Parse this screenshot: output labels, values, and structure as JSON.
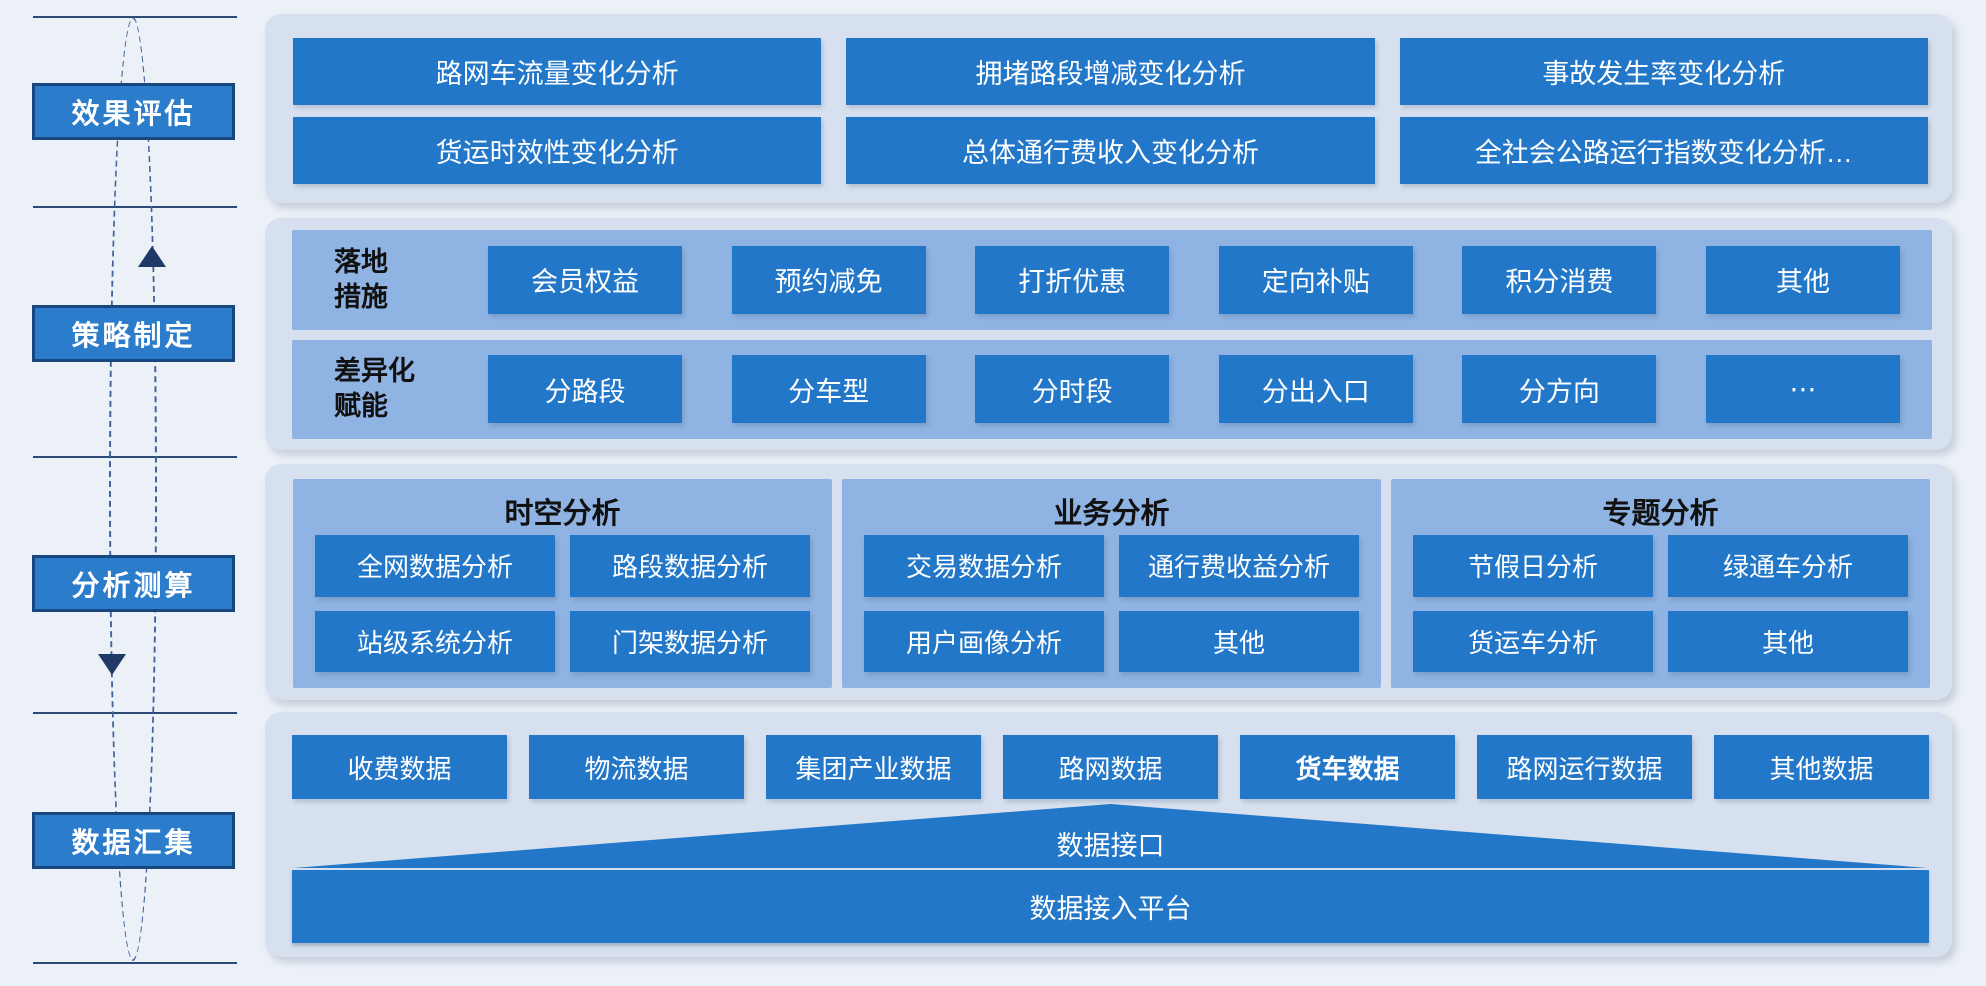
{
  "colors": {
    "page_bg": "#ECF1F8",
    "band_bg": "#D7E0EE",
    "inner_panel_bg": "#8FB3E2",
    "box_blue": "#2277C8",
    "stage_fill": "#2B7CCB",
    "stage_border": "#17477E",
    "navy_line": "#2B4A78",
    "box_text": "#FFFFFF",
    "panel_text": "#111111"
  },
  "left_rail": {
    "stages": [
      {
        "label": "效果评估"
      },
      {
        "label": "策略制定"
      },
      {
        "label": "分析测算"
      },
      {
        "label": "数据汇集"
      }
    ]
  },
  "bands": {
    "evaluation": {
      "rows": [
        [
          "路网车流量变化分析",
          "拥堵路段增减变化分析",
          "事故发生率变化分析"
        ],
        [
          "货运时效性变化分析",
          "总体通行费收入变化分析",
          "全社会公路运行指数变化分析…"
        ]
      ]
    },
    "strategy": {
      "rows": [
        {
          "label": "落地\n措施",
          "items": [
            "会员权益",
            "预约减免",
            "打折优惠",
            "定向补贴",
            "积分消费",
            "其他"
          ]
        },
        {
          "label": "差异化\n赋能",
          "items": [
            "分路段",
            "分车型",
            "分时段",
            "分出入口",
            "分方向",
            "⋯"
          ]
        }
      ]
    },
    "analysis": {
      "groups": [
        {
          "title": "时空分析",
          "items": [
            "全网数据分析",
            "路段数据分析",
            "站级系统分析",
            "门架数据分析"
          ]
        },
        {
          "title": "业务分析",
          "items": [
            "交易数据分析",
            "通行费收益分析",
            "用户画像分析",
            "其他"
          ]
        },
        {
          "title": "专题分析",
          "items": [
            "节假日分析",
            "绿通车分析",
            "货运车分析",
            "其他"
          ]
        }
      ]
    },
    "data": {
      "sources": [
        "收费数据",
        "物流数据",
        "集团产业数据",
        "路网数据",
        "货车数据",
        "路网运行数据",
        "其他数据"
      ],
      "interface_label": "数据接口",
      "platform_label": "数据接入平台"
    }
  }
}
